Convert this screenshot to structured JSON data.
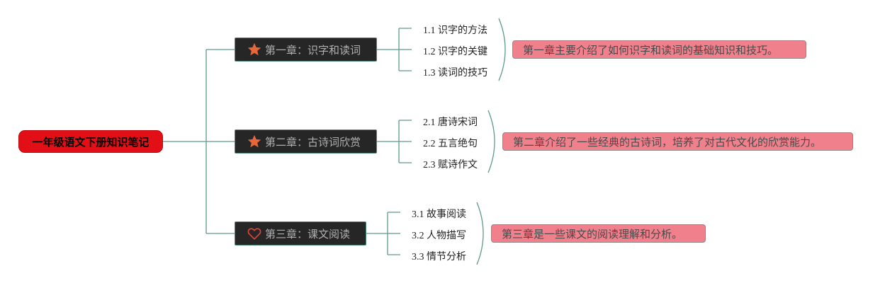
{
  "root": {
    "title": "一年级语文下册知识笔记"
  },
  "chapters": [
    {
      "label": "第一章：识字和读词",
      "icon": "star-icon",
      "icon_color": "#e8673a",
      "subs": [
        {
          "num": "1.1",
          "text": "识字的方法"
        },
        {
          "num": "1.2",
          "text": "识字的关键"
        },
        {
          "num": "1.3",
          "text": "读词的技巧"
        }
      ],
      "summary": "第一章主要介绍了如何识字和读词的基础知识和技巧。"
    },
    {
      "label": "第二章：古诗词欣赏",
      "icon": "star-icon",
      "icon_color": "#e8673a",
      "subs": [
        {
          "num": "2.1",
          "text": "唐诗宋词"
        },
        {
          "num": "2.2",
          "text": "五言绝句"
        },
        {
          "num": "2.3",
          "text": "赋诗作文"
        }
      ],
      "summary": "第二章介绍了一些经典的古诗词，培养了对古代文化的欣赏能力。"
    },
    {
      "label": "第三章：课文阅读",
      "icon": "heart-icon",
      "icon_color": "#d9433a",
      "subs": [
        {
          "num": "3.1",
          "text": "故事阅读"
        },
        {
          "num": "3.2",
          "text": "人物描写"
        },
        {
          "num": "3.3",
          "text": "情节分析"
        }
      ],
      "summary": "第三章是一些课文的阅读理解和分析。"
    }
  ],
  "colors": {
    "connector": "#5e9c84",
    "root_bg": "#e20f17",
    "summary_bg": "#f1808d"
  }
}
